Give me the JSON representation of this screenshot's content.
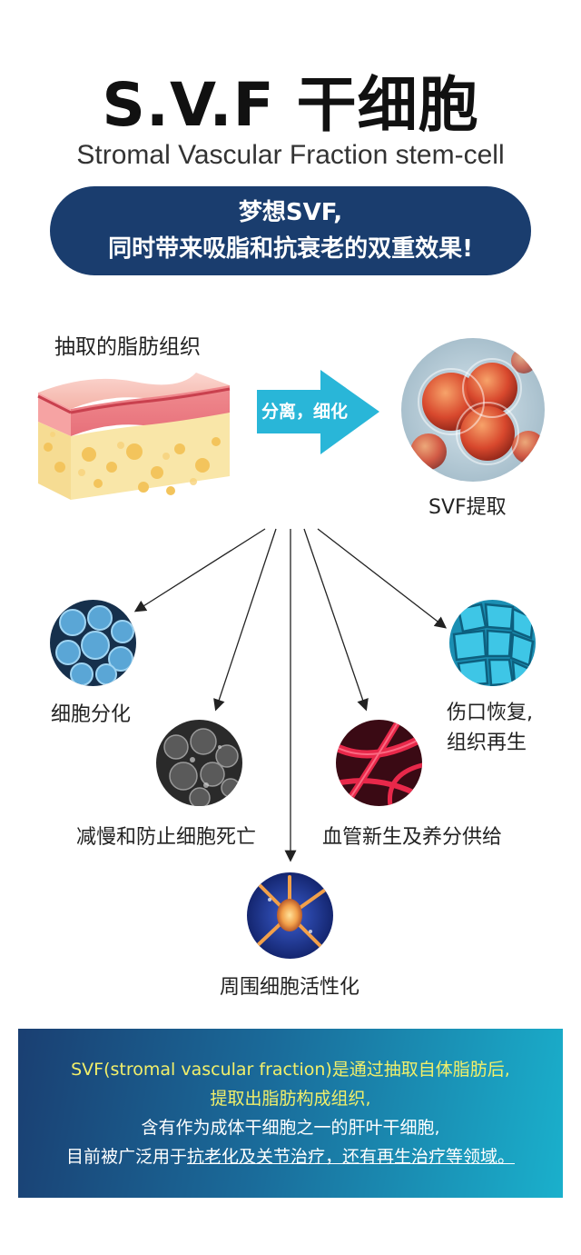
{
  "header": {
    "title": "S.V.F 干细胞",
    "subtitle": "Stromal Vascular Fraction stem-cell"
  },
  "banner": {
    "line1": "梦想SVF,",
    "line2": "同时带来吸脂和抗衰老的双重效果!"
  },
  "process": {
    "tissue_label": "抽取的脂肪组织",
    "arrow_label": "分离，细化",
    "result_label": "SVF提取"
  },
  "effects": {
    "cell_differentiation": "细胞分化",
    "anti_death": "减慢和防止细胞死亡",
    "angiogenesis": "血管新生及养分供给",
    "wound_recovery_line1": "伤口恢复,",
    "wound_recovery_line2": "组织再生",
    "peripheral_activation": "周围细胞活性化"
  },
  "info": {
    "line1": "SVF(stromal vascular fraction)是通过抽取自体脂肪后,",
    "line2": "提取出脂肪构成组织,",
    "line3": "含有作为成体干细胞之一的肝叶干细胞,",
    "line4_prefix": "目前被广泛用于",
    "line4_underlined": "抗老化及关节治疗，还有再生治疗等领域。"
  },
  "colors": {
    "banner_bg": "#1a3d6e",
    "arrow": "#29b6d8",
    "highlight_text": "#f2ef6a"
  }
}
